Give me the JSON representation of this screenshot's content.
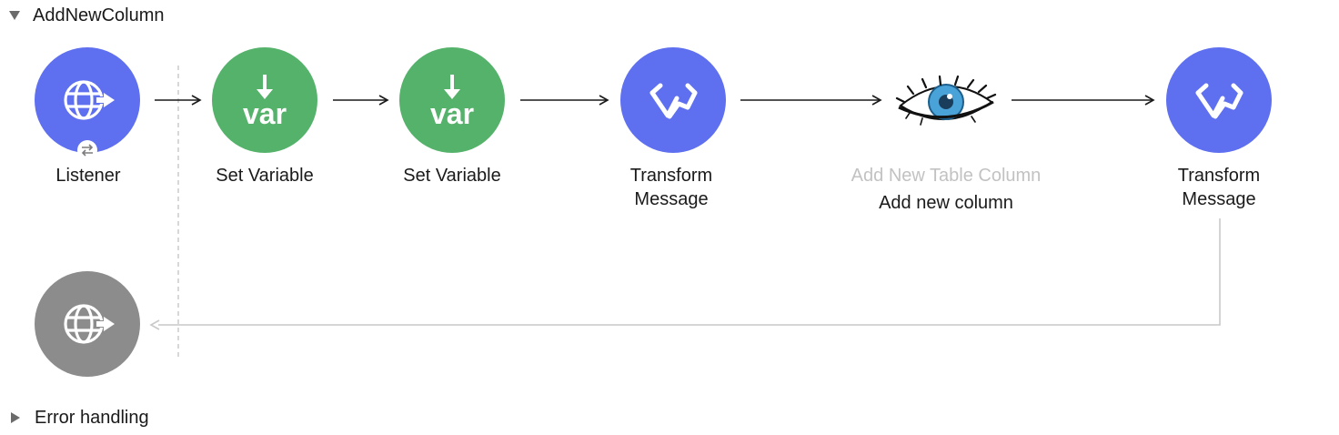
{
  "flow": {
    "name": "AddNewColumn"
  },
  "error_handling": {
    "label": "Error handling"
  },
  "nodes": {
    "listener": {
      "label": "Listener",
      "color": "#5e6ff0"
    },
    "set_variable_1": {
      "label": "Set Variable",
      "icon_text": "var",
      "color": "#55b26b"
    },
    "set_variable_2": {
      "label": "Set Variable",
      "icon_text": "var",
      "color": "#55b26b"
    },
    "transform_1": {
      "line1": "Transform",
      "line2": "Message",
      "color": "#5e6ff0"
    },
    "cassandra": {
      "operation": "Add New Table Column",
      "label": "Add new column"
    },
    "transform_2": {
      "line1": "Transform",
      "line2": "Message",
      "color": "#5e6ff0"
    },
    "response": {
      "color": "#8c8c8c"
    }
  }
}
